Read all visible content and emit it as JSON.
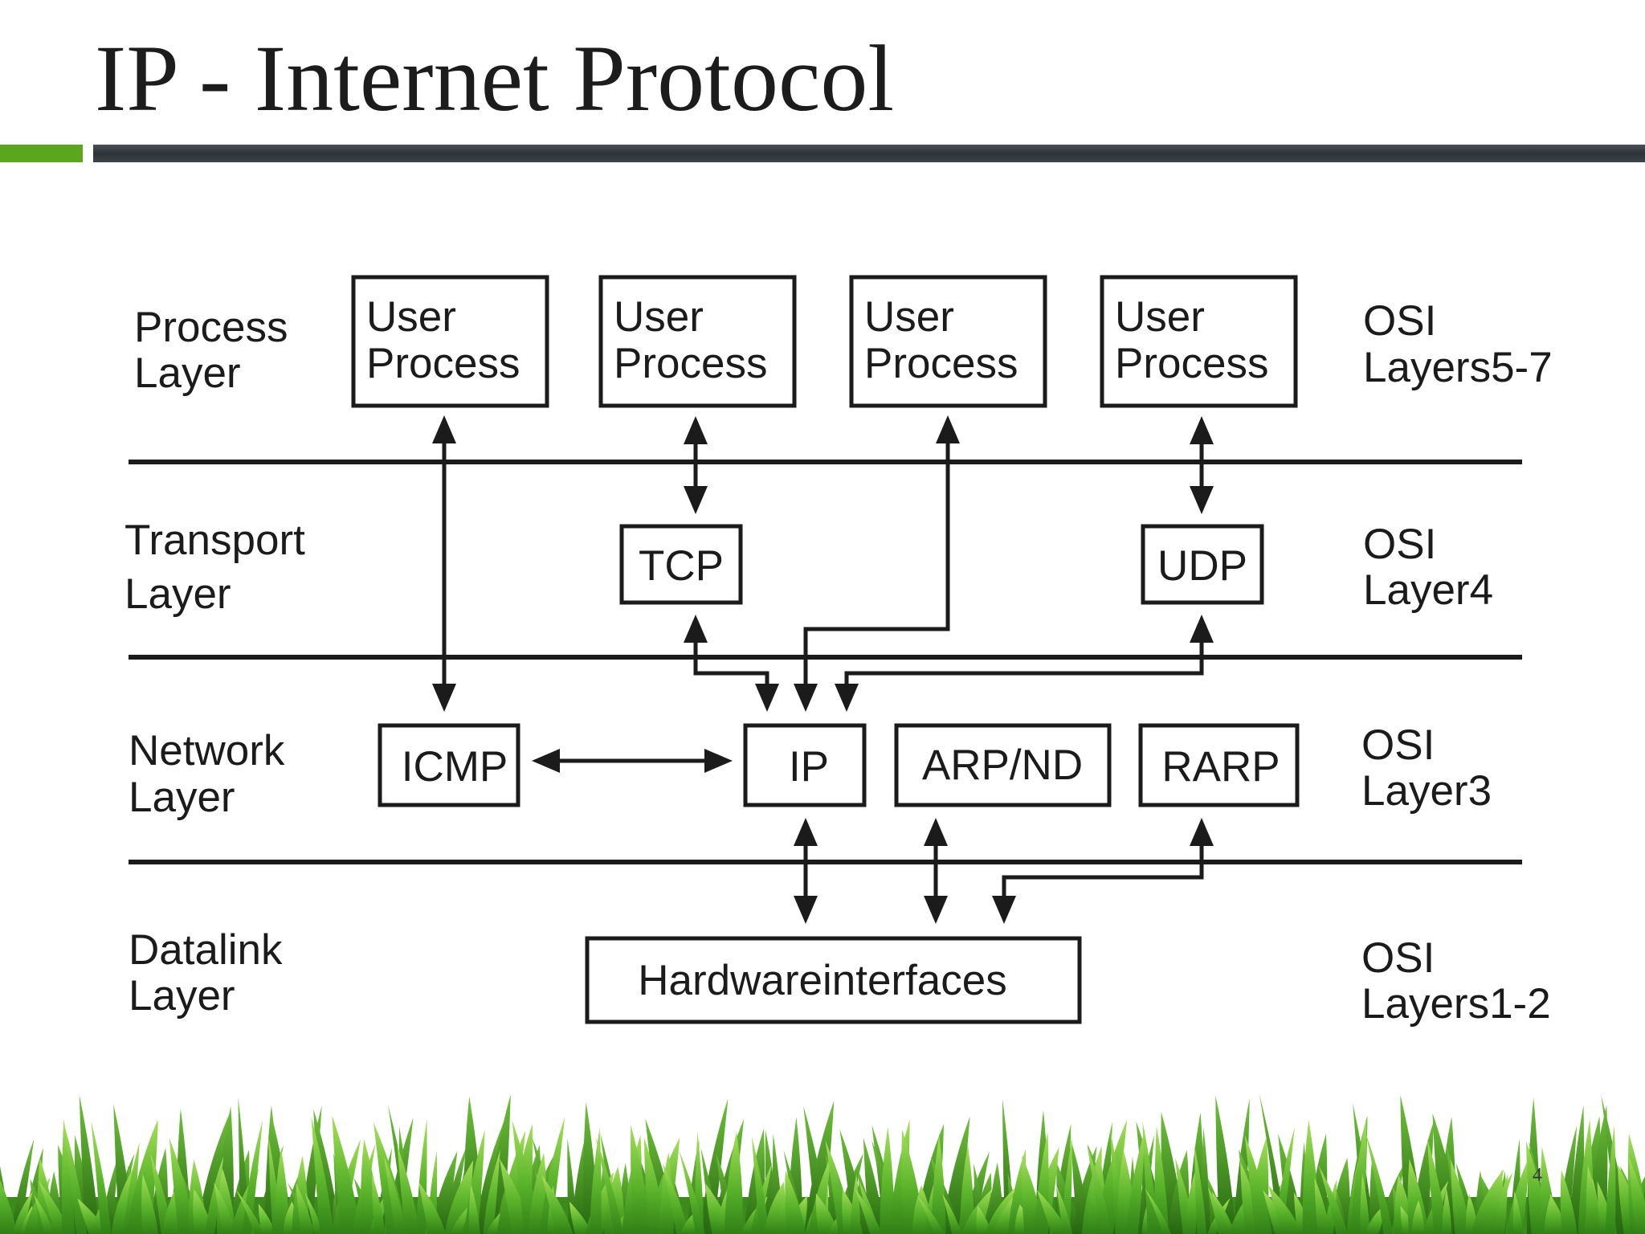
{
  "slide": {
    "title": "IP - Internet Protocol",
    "page_number": "4"
  },
  "colors": {
    "accent_bar": "#5aa61e",
    "title_bar": "#2d3237",
    "grass_light": "#8fd44a",
    "grass_dark": "#3f8f1d"
  },
  "diagram": {
    "layers": [
      {
        "name_line1": "Process",
        "name_line2": "Layer",
        "osi_line1": "OSI",
        "osi_line2": "Layers5-7"
      },
      {
        "name_line1": "Transport",
        "name_line2": "Layer",
        "osi_line1": "OSI",
        "osi_line2": "Layer4"
      },
      {
        "name_line1": "Network",
        "name_line2": "Layer",
        "osi_line1": "OSI",
        "osi_line2": "Layer3"
      },
      {
        "name_line1": "Datalink",
        "name_line2": "Layer",
        "osi_line1": "OSI",
        "osi_line2": "Layers1-2"
      }
    ],
    "user_process": {
      "line1": "User",
      "line2": "Process"
    },
    "nodes": {
      "tcp": "TCP",
      "udp": "UDP",
      "icmp": "ICMP",
      "ip": "IP",
      "arp": "ARP/ND",
      "rarp": "RARP",
      "hardware": "Hardwareinterfaces"
    },
    "connections": [
      {
        "from": "User Process 1",
        "to": "ICMP",
        "type": "bidirectional"
      },
      {
        "from": "User Process 2",
        "to": "TCP",
        "type": "bidirectional"
      },
      {
        "from": "IP",
        "to": "User Process 3",
        "type": "bidirectional"
      },
      {
        "from": "User Process 4",
        "to": "UDP",
        "type": "bidirectional"
      },
      {
        "from": "TCP",
        "to": "IP",
        "type": "bidirectional"
      },
      {
        "from": "UDP",
        "to": "IP",
        "type": "bidirectional"
      },
      {
        "from": "ICMP",
        "to": "IP",
        "type": "bidirectional"
      },
      {
        "from": "IP",
        "to": "Hardwareinterfaces",
        "type": "bidirectional"
      },
      {
        "from": "ARP/ND",
        "to": "Hardwareinterfaces",
        "type": "bidirectional"
      },
      {
        "from": "RARP",
        "to": "Hardwareinterfaces",
        "type": "bidirectional"
      }
    ]
  }
}
